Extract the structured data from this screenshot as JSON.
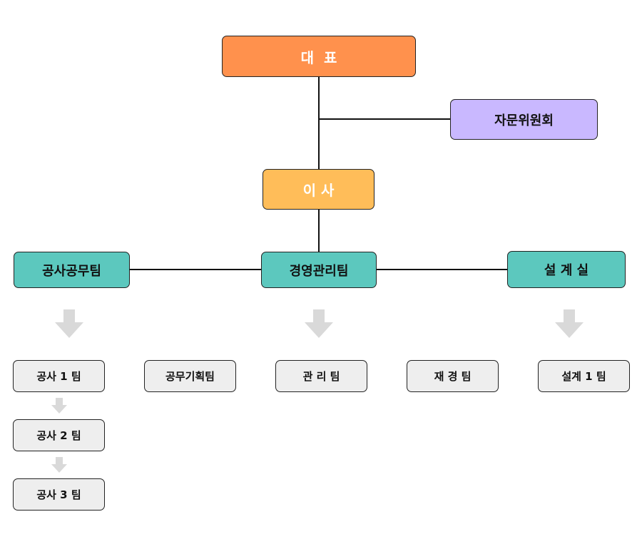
{
  "org_chart": {
    "ceo": {
      "label": "대  표",
      "color": "#FF914D"
    },
    "advisory": {
      "label": "자문위원회",
      "color": "#C9B8FF"
    },
    "director": {
      "label": "이 사",
      "color": "#FFBD59"
    },
    "departments": {
      "color": "#5CC8BE",
      "construction": {
        "label": "공사공무팀"
      },
      "management": {
        "label": "경영관리팀"
      },
      "design": {
        "label": "설 계 실"
      }
    },
    "teams": {
      "color": "#EEEEEE",
      "construction_1": {
        "label": "공사 1 팀"
      },
      "construction_2": {
        "label": "공사 2 팀"
      },
      "construction_3": {
        "label": "공사 3 팀"
      },
      "planning": {
        "label": "공무기획팀"
      },
      "admin": {
        "label": "관 리 팀"
      },
      "finance": {
        "label": "재 경 팀"
      },
      "design_1": {
        "label": "설계 1 팀"
      }
    },
    "arrow_color": "#D9D9D9"
  }
}
